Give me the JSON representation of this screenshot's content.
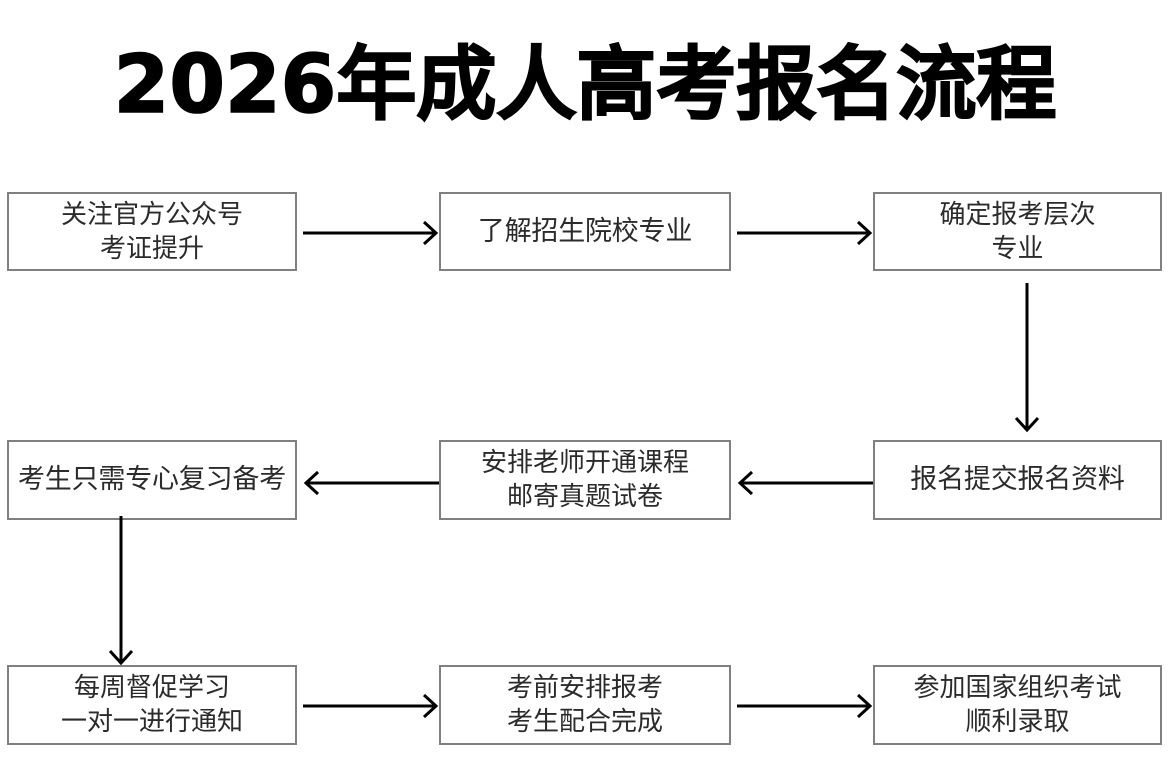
{
  "page": {
    "title": "2026年成人高考报名流程",
    "background_color": "#ffffff",
    "title_color": "#000000",
    "box_border_color": "#808080",
    "box_text_color": "#2b2b2b",
    "arrow_color": "#000000"
  },
  "nodes": [
    {
      "id": "follow",
      "row": 1,
      "column": 1,
      "lines": [
        "关注官方公众号",
        "考证提升"
      ]
    },
    {
      "id": "schools",
      "row": 1,
      "column": 2,
      "lines": [
        "了解招生院校专业"
      ]
    },
    {
      "id": "level",
      "row": 1,
      "column": 3,
      "lines": [
        "确定报考层次",
        "专业"
      ]
    },
    {
      "id": "review",
      "row": 2,
      "column": 1,
      "lines": [
        "考生只需专心复习备考"
      ]
    },
    {
      "id": "teacher",
      "row": 2,
      "column": 2,
      "lines": [
        "安排老师开通课程",
        "邮寄真题试卷"
      ]
    },
    {
      "id": "submit",
      "row": 2,
      "column": 3,
      "lines": [
        "报名提交报名资料"
      ]
    },
    {
      "id": "weekly",
      "row": 3,
      "column": 1,
      "lines": [
        "每周督促学习",
        "一对一进行通知"
      ]
    },
    {
      "id": "presign",
      "row": 3,
      "column": 2,
      "lines": [
        "考前安排报考",
        "考生配合完成"
      ]
    },
    {
      "id": "exam",
      "row": 3,
      "column": 3,
      "lines": [
        "参加国家组织考试",
        "顺利录取"
      ]
    }
  ],
  "connectors": [
    {
      "id": "follow-schools",
      "from": "follow",
      "to": "schools",
      "direction": "right"
    },
    {
      "id": "schools-level",
      "from": "schools",
      "to": "level",
      "direction": "right"
    },
    {
      "id": "level-submit",
      "from": "level",
      "to": "submit",
      "direction": "down"
    },
    {
      "id": "submit-teacher",
      "from": "submit",
      "to": "teacher",
      "direction": "left"
    },
    {
      "id": "teacher-review",
      "from": "teacher",
      "to": "review",
      "direction": "left"
    },
    {
      "id": "review-weekly",
      "from": "review",
      "to": "weekly",
      "direction": "down"
    },
    {
      "id": "weekly-presign",
      "from": "weekly",
      "to": "presign",
      "direction": "right"
    },
    {
      "id": "presign-exam",
      "from": "presign",
      "to": "exam",
      "direction": "right"
    }
  ]
}
